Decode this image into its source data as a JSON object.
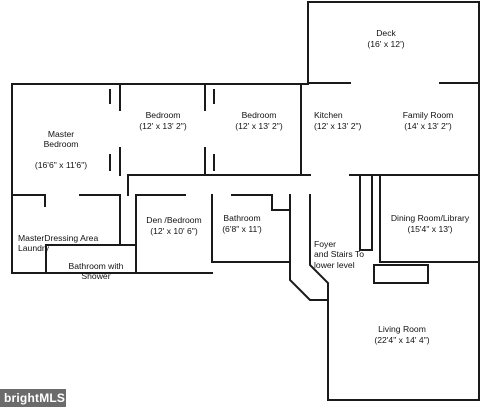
{
  "rooms": {
    "deck": {
      "name": "Deck",
      "dims": "(16' x 12')"
    },
    "master_bedroom": {
      "name": "Master\nBedroom",
      "dims": "(16'6\" x 11'6\")"
    },
    "bedroom_1": {
      "name": "Bedroom",
      "dims": "(12' x 13' 2\")"
    },
    "bedroom_2": {
      "name": "Bedroom",
      "dims": "(12' x 13' 2\")"
    },
    "kitchen": {
      "name": "Kitchen",
      "dims": "(12' x 13' 2\")"
    },
    "family_room": {
      "name": "Family Room",
      "dims": "(14' x 13' 2\")"
    },
    "master_dressing": {
      "name": "MasterDressing Area\nLaundry",
      "dims": ""
    },
    "bath_shower": {
      "name": "Bathroom with\nShower",
      "dims": ""
    },
    "den": {
      "name": "Den /Bedroom",
      "dims": "(12' x 10' 6\")"
    },
    "bathroom": {
      "name": "Bathroom",
      "dims": "(6'8\" x 11')"
    },
    "foyer": {
      "name": "Foyer\nand Stairs To\nlower level",
      "dims": ""
    },
    "dining": {
      "name": "Dining Room/Library",
      "dims": "(15'4\" x 13')"
    },
    "living": {
      "name": "Living Room",
      "dims": "(22'4\" x 14' 4\")"
    }
  },
  "watermark": "brightMLS"
}
